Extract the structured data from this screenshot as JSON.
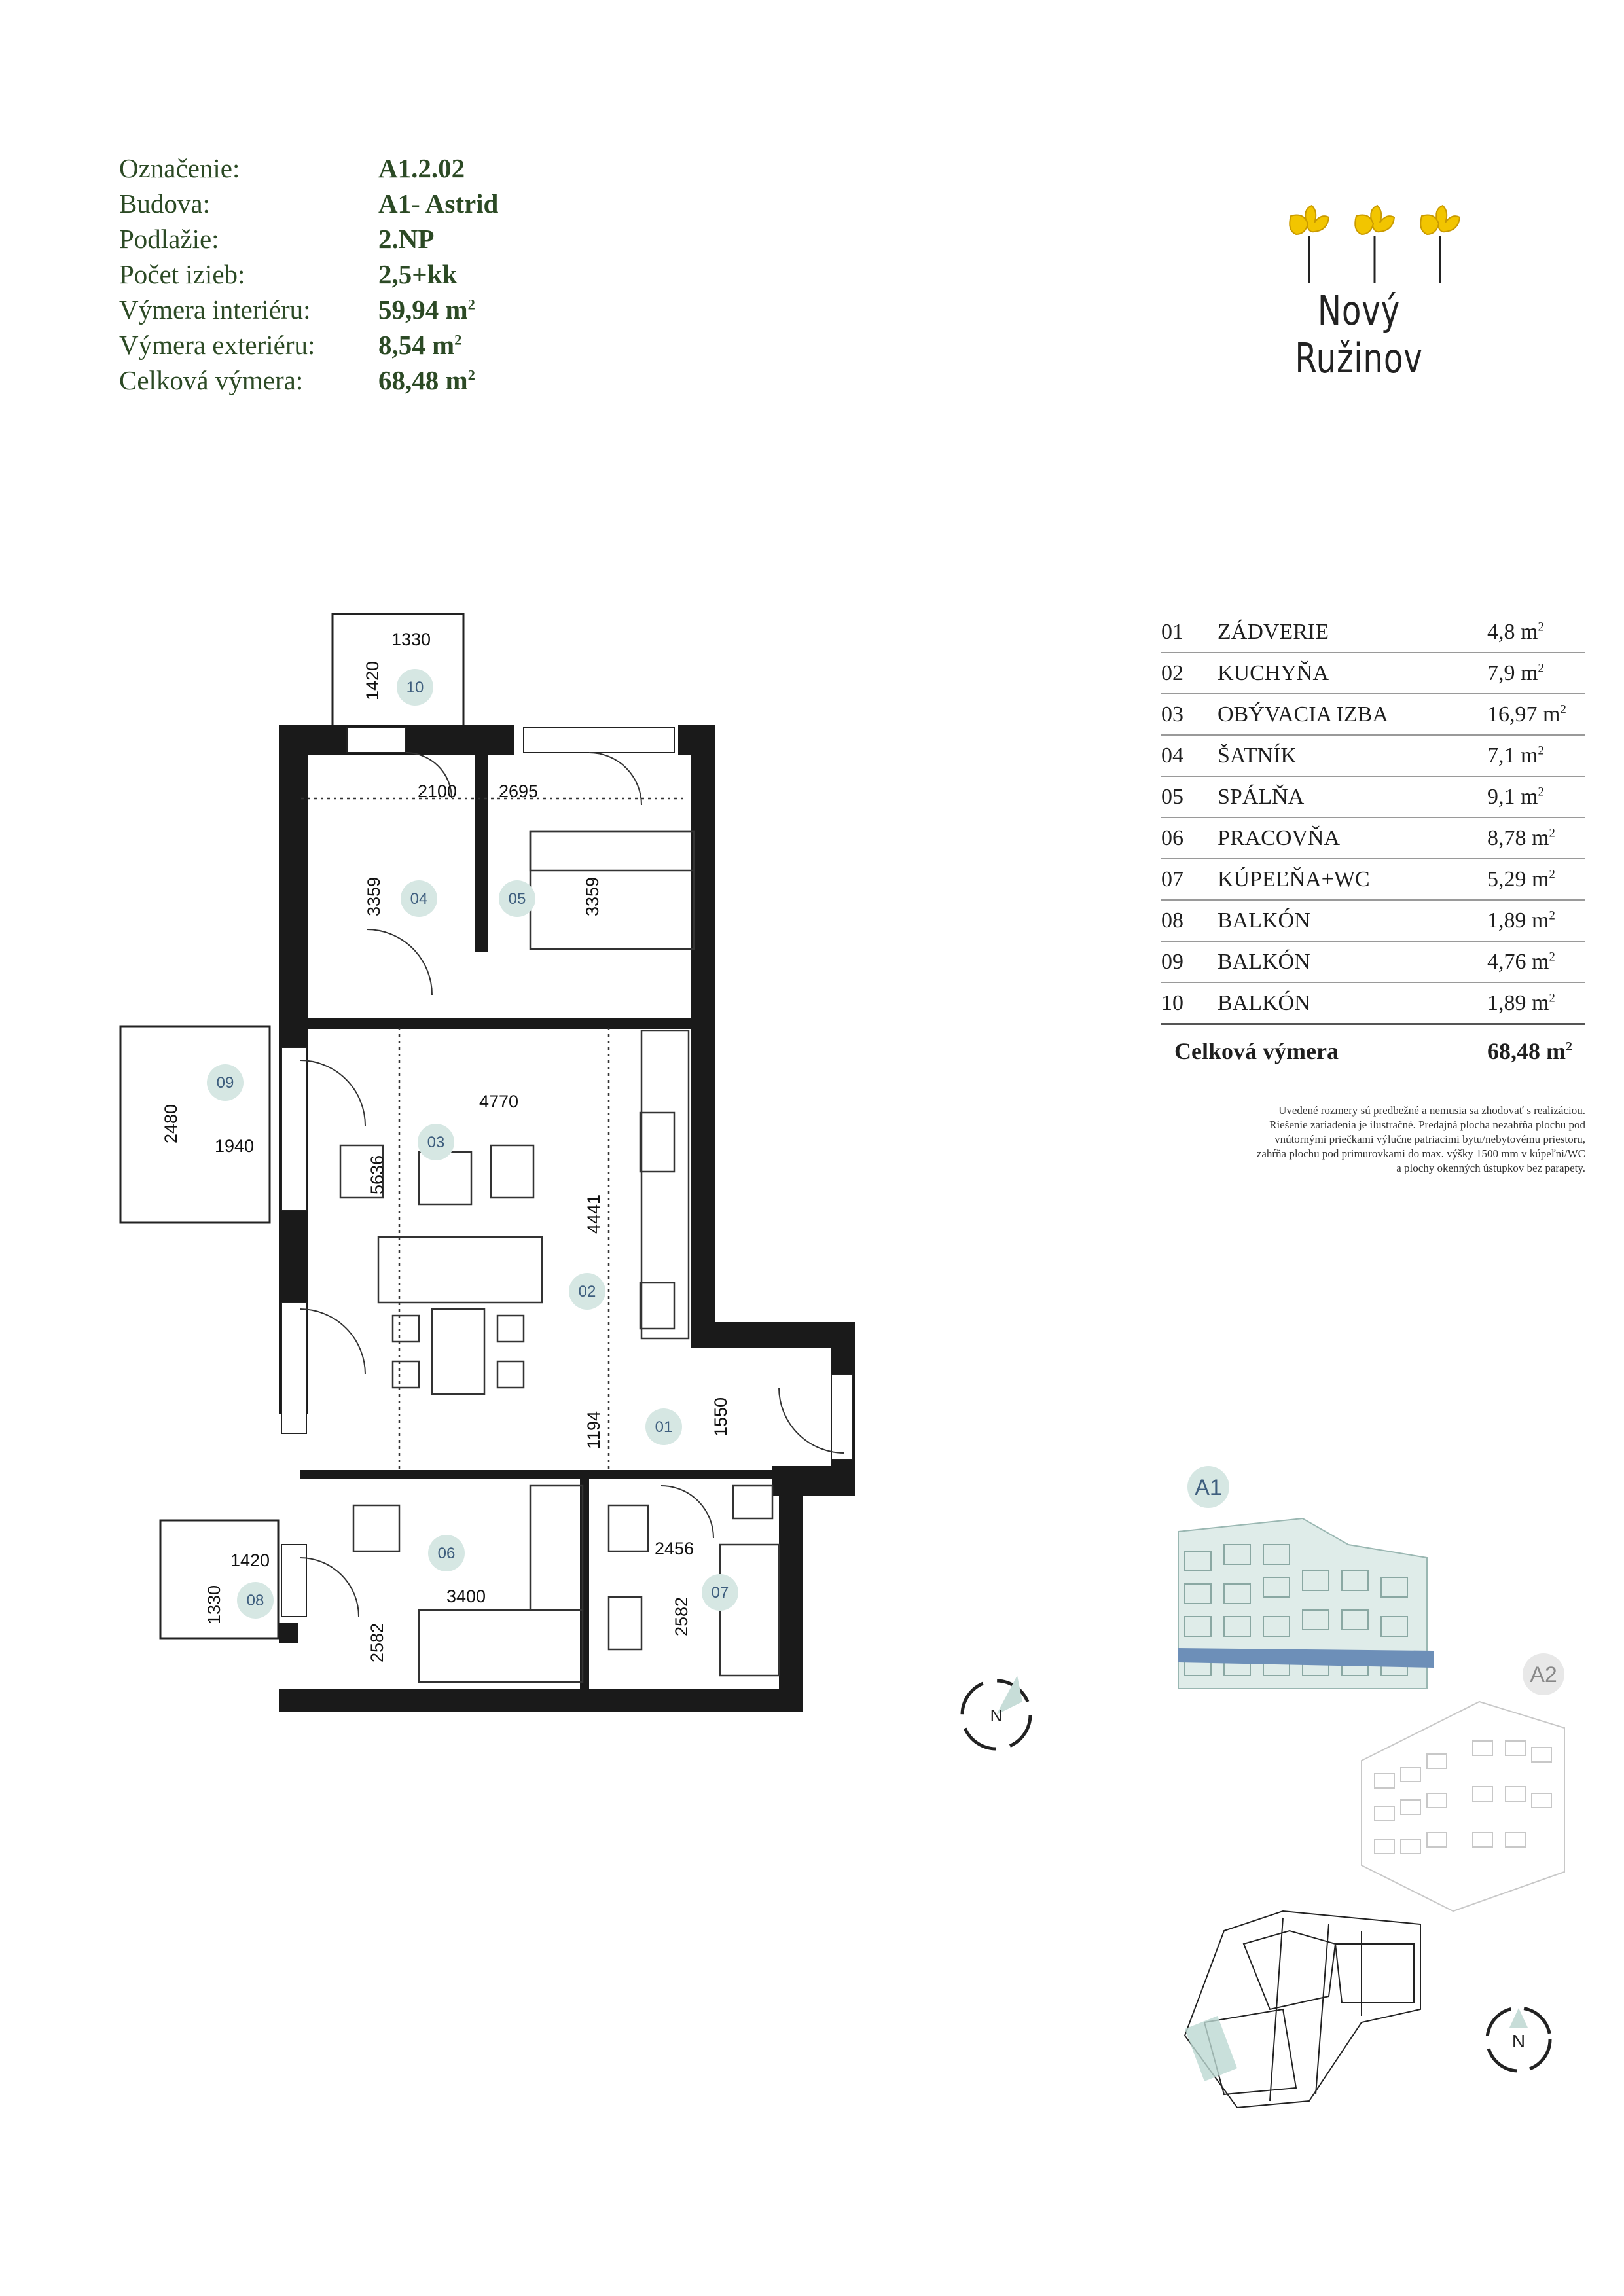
{
  "header": {
    "rows": [
      {
        "label": "Označenie:",
        "value": "A1.2.02",
        "sup": ""
      },
      {
        "label": "Budova:",
        "value": "A1- Astrid",
        "sup": ""
      },
      {
        "label": "Podlažie:",
        "value": "2.NP",
        "sup": ""
      },
      {
        "label": "Počet izieb:",
        "value": "2,5+kk",
        "sup": ""
      },
      {
        "label": "Výmera interiéru:",
        "value": "59,94 m",
        "sup": "2"
      },
      {
        "label": "Výmera exteriéru:",
        "value": "8,54 m",
        "sup": "2"
      },
      {
        "label": "Celková výmera:",
        "value": "68,48 m",
        "sup": "2"
      }
    ]
  },
  "logo": {
    "name": "Nový Ružinov"
  },
  "rooms": {
    "items": [
      {
        "no": "01",
        "name": "ZÁDVERIE",
        "area": "4,8 m",
        "sup": "2"
      },
      {
        "no": "02",
        "name": "KUCHYŇA",
        "area": "7,9 m",
        "sup": "2"
      },
      {
        "no": "03",
        "name": "OBÝVACIA IZBA",
        "area": "16,97 m",
        "sup": "2"
      },
      {
        "no": "04",
        "name": "ŠATNÍK",
        "area": "7,1 m",
        "sup": "2"
      },
      {
        "no": "05",
        "name": "SPÁLŇA",
        "area": "9,1 m",
        "sup": "2"
      },
      {
        "no": "06",
        "name": "PRACOVŇA",
        "area": "8,78 m",
        "sup": "2"
      },
      {
        "no": "07",
        "name": "KÚPEĽŇA+WC",
        "area": "5,29 m",
        "sup": "2"
      },
      {
        "no": "08",
        "name": "BALKÓN",
        "area": "1,89 m",
        "sup": "2"
      },
      {
        "no": "09",
        "name": "BALKÓN",
        "area": "4,76 m",
        "sup": "2"
      },
      {
        "no": "10",
        "name": "BALKÓN",
        "area": "1,89 m",
        "sup": "2"
      }
    ],
    "total_label": "Celková výmera",
    "total_area": "68,48 m",
    "total_sup": "2"
  },
  "note": {
    "lines": [
      "Uvedené rozmery sú predbežné a nemusia sa zhodovať s realizáciou.",
      "Riešenie zariadenia je ilustračné. Predajná plocha nezahŕňa plochu pod",
      "vnútornými priečkami výlučne patriacimi bytu/nebytovému priestoru,",
      "zahŕňa plochu pod primurovkami do max. výšky 1500 mm v kúpeľni/WC",
      "a plochy okenných ústupkov bez parapety."
    ]
  },
  "plan": {
    "room_tags": [
      "01",
      "02",
      "03",
      "04",
      "05",
      "06",
      "07",
      "08",
      "09",
      "10"
    ],
    "dims": [
      "1330",
      "1420",
      "2100",
      "2695",
      "3359",
      "3359",
      "4770",
      "2480",
      "1940",
      "5636",
      "4441",
      "1194",
      "1550",
      "2456",
      "2582",
      "3400",
      "2582",
      "1420",
      "1330"
    ],
    "compass_letter": "N"
  },
  "buildings": {
    "a1": "A1",
    "a2": "A2"
  },
  "site_compass_letter": "N",
  "colors": {
    "heading_green": "#2c4a25",
    "tag_fill": "#d6e7e3",
    "tag_text": "#3e5e7e",
    "wall": "#1a1a1a",
    "highlight": "#6d8fb8",
    "logo_yellow": "#f2c500"
  }
}
